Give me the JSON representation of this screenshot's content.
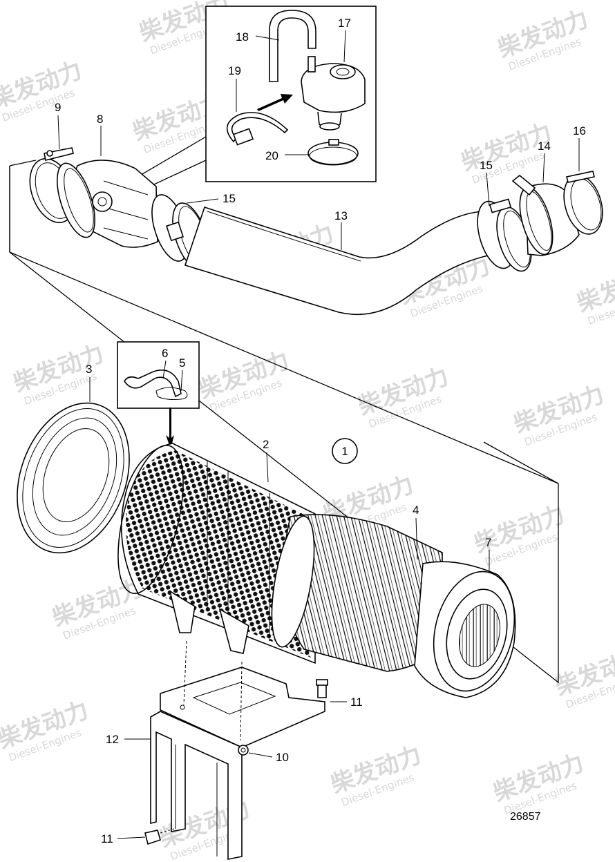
{
  "drawing_number": "26857",
  "group_marker": "1",
  "watermark": {
    "cn": "柴发动力",
    "en": "Diesel-Engines"
  },
  "callouts": [
    {
      "id": "c18",
      "text": "18"
    },
    {
      "id": "c17",
      "text": "17"
    },
    {
      "id": "c19",
      "text": "19"
    },
    {
      "id": "c20",
      "text": "20"
    },
    {
      "id": "c9",
      "text": "9"
    },
    {
      "id": "c8",
      "text": "8"
    },
    {
      "id": "c15a",
      "text": "15"
    },
    {
      "id": "c13",
      "text": "13"
    },
    {
      "id": "c15b",
      "text": "15"
    },
    {
      "id": "c14",
      "text": "14"
    },
    {
      "id": "c16",
      "text": "16"
    },
    {
      "id": "c3",
      "text": "3"
    },
    {
      "id": "c6",
      "text": "6"
    },
    {
      "id": "c5",
      "text": "5"
    },
    {
      "id": "c2",
      "text": "2"
    },
    {
      "id": "c4",
      "text": "4"
    },
    {
      "id": "c7",
      "text": "7"
    },
    {
      "id": "c11a",
      "text": "11"
    },
    {
      "id": "c12",
      "text": "12"
    },
    {
      "id": "c10",
      "text": "10"
    },
    {
      "id": "c11b",
      "text": "11"
    }
  ]
}
